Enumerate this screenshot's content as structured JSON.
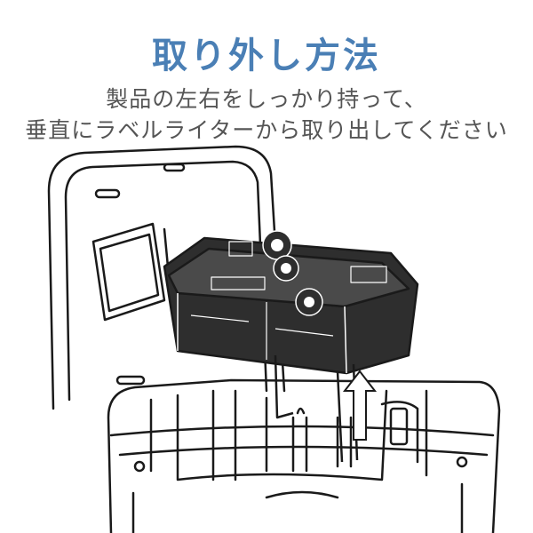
{
  "title": "取り外し方法",
  "instruction_line1": "製品の左右をしっかり持って、",
  "instruction_line2": "垂直にラベルライターから取り出してください",
  "colors": {
    "title": "#4a7fb5",
    "text": "#555555",
    "line": "#1a1a1a",
    "tape_cassette": "#2e2e2e"
  },
  "illustration": {
    "subject": "label-writer-with-tape-cassette",
    "arrow_direction": "up"
  }
}
